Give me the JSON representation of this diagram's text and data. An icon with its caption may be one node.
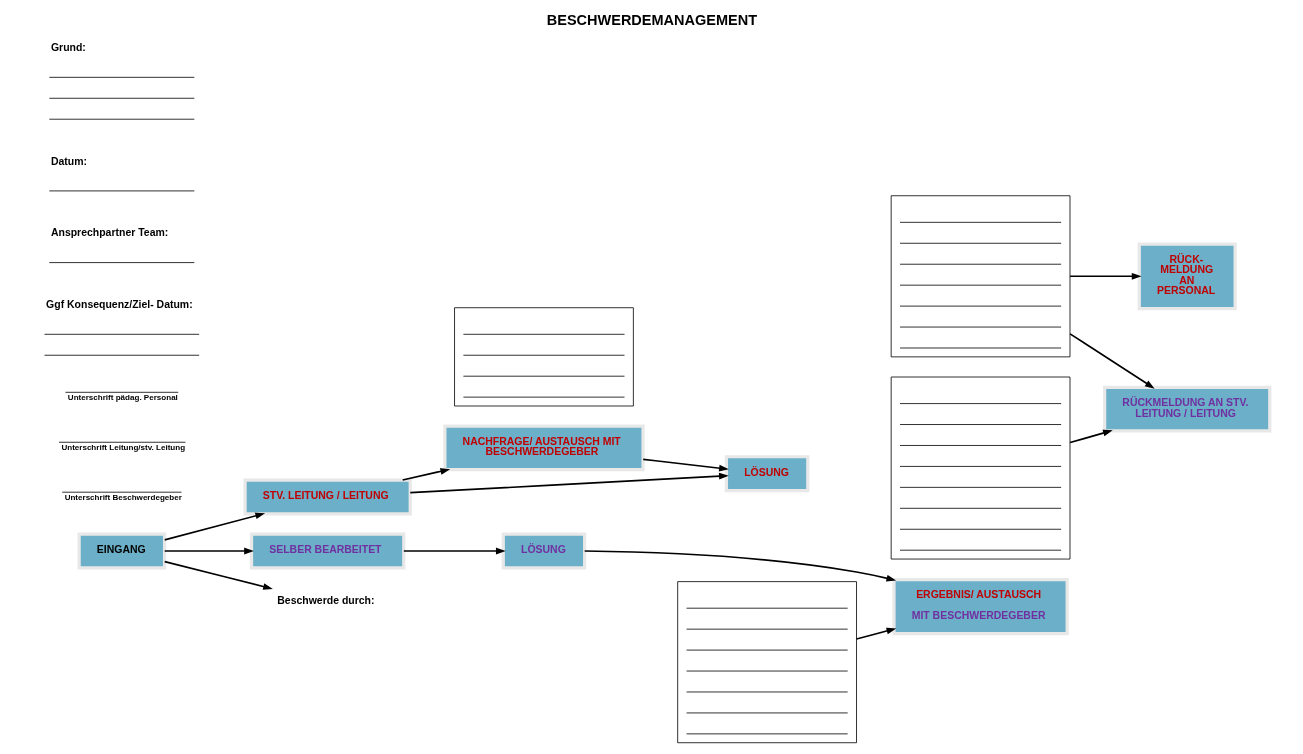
{
  "diagram": {
    "title": "BESCHWERDEMANAGEMENT",
    "nodes": [
      {
        "text": [
          "EINGANG"
        ]
      },
      {
        "text": [
          "STV. LEITUNG / LEITUNG"
        ]
      },
      {
        "text": [
          "NACHFRAGE/ AUSTAUSCH MIT BESCHWERDEGEBER"
        ]
      },
      {
        "text": [],
        "shape": "box"
      },
      {
        "text": [
          "LÖSUNG"
        ]
      },
      {
        "text": [],
        "shape": "box"
      },
      {
        "text": [
          "SELBER BEARBEITET"
        ]
      },
      {
        "text": [
          "LÖSUNG"
        ]
      },
      {
        "text": [
          "ERGEBNIS/ AUSTAUSCH",
          "MIT BESCHWERDEGEBER"
        ]
      },
      {
        "text": [],
        "shape": "box"
      },
      {
        "text": [
          "RÜCK- MELDUNG AN PERSONAL"
        ]
      },
      {
        "text": [],
        "shape": "box"
      },
      {
        "text": [
          "RÜCKMELDUNG AN STV. LEITUNG / LEITUNG"
        ]
      },
      {
        "text": [
          "Beschwerde durch:"
        ]
      }
    ],
    "edges": [
      {
        "from": 0,
        "to": 1,
        "arrow": "to"
      },
      {
        "from": 1,
        "to": 4,
        "arrow": "to"
      },
      {
        "from": 1,
        "to": 2,
        "arrow": "to"
      },
      {
        "from": 2,
        "to": 4,
        "arrow": "to"
      },
      {
        "from": 0,
        "to": 13,
        "arrow": "to"
      },
      {
        "from": 0,
        "to": 6,
        "arrow": "to"
      },
      {
        "from": 6,
        "to": 7,
        "arrow": "to"
      },
      {
        "from": 5,
        "to": 8,
        "arrow": "to"
      },
      {
        "from": 7,
        "to": 8,
        "arrow": "to"
      },
      {
        "from": 9,
        "to": 10,
        "arrow": "to"
      },
      {
        "from": 11,
        "to": 12,
        "arrow": "to"
      },
      {
        "from": 9,
        "to": 12,
        "arrow": "to"
      }
    ],
    "labels": [
      "Grund:",
      "Datum:",
      "Ansprechpartner Team:",
      "Ggf Konsequenz/Ziel- Datum:",
      "Unterschrift pädag. Personal",
      "Unterschrift Leitung/stv. Leitung",
      "Unterschrift Beschwerdegeber"
    ]
  }
}
